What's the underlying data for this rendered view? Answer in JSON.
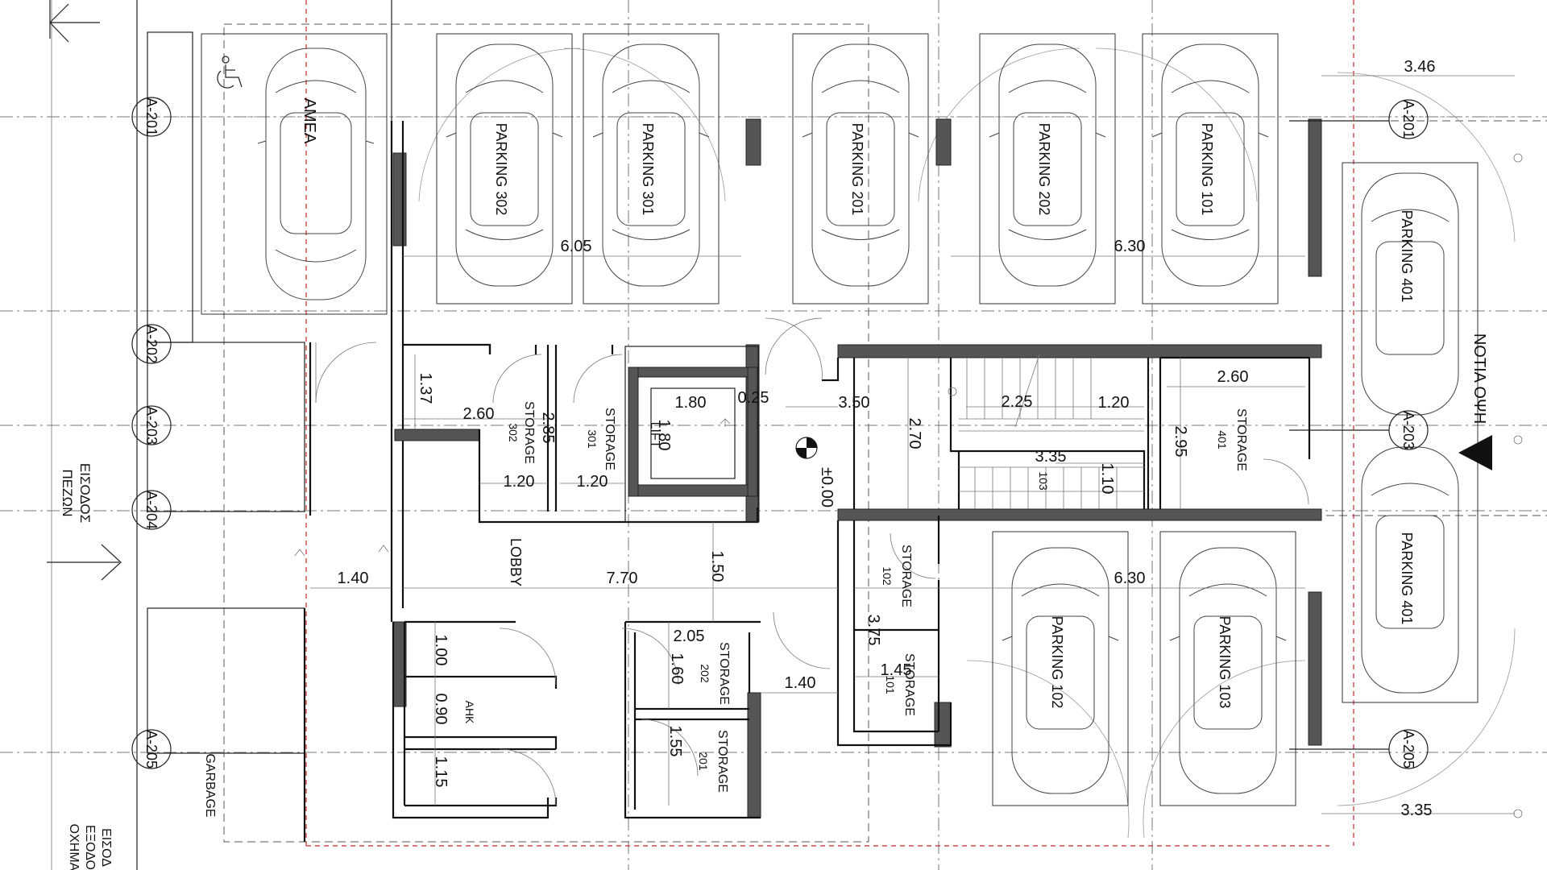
{
  "parking": {
    "accessible_label": "ΑΜΕΑ",
    "bays": [
      "PARKING 302",
      "PARKING 301",
      "PARKING 201",
      "PARKING 202",
      "PARKING 101",
      "PARKING 401",
      "PARKING 401",
      "PARKING 102",
      "PARKING 103"
    ]
  },
  "rooms": {
    "storage": "STORAGE",
    "num_302": "302",
    "num_301": "301",
    "num_401": "401",
    "num_102": "102",
    "num_101": "101",
    "num_202": "202",
    "num_201": "201",
    "num_103": "103",
    "lift": "LIFT",
    "lobby": "LOBBY",
    "ahk": "ΑΗΚ",
    "garbage": "GARBAGE",
    "level": "±0.00"
  },
  "dimensions": {
    "d605": "6.05",
    "d630a": "6.30",
    "d346": "3.46",
    "d137": "1.37",
    "d260a": "2.60",
    "d285": "2.85",
    "d180a": "1.80",
    "d180b": "1.80",
    "d025": "0.25",
    "d350": "3.50",
    "d270": "2.70",
    "d225": "2.25",
    "d120a": "1.20",
    "d260b": "2.60",
    "d295": "2.95",
    "d335a": "3.35",
    "d110": "1.10",
    "d120b": "1.20",
    "d120c": "1.20",
    "d140a": "1.40",
    "d770": "7.70",
    "d150": "1.50",
    "d630b": "6.30",
    "d375": "3.75",
    "d205": "2.05",
    "d160": "1.60",
    "d100": "1.00",
    "d090": "0.90",
    "d115": "1.15",
    "d155": "1.55",
    "d145": "1.45",
    "d140b": "1.40",
    "d335b": "3.35"
  },
  "gridlines": [
    "A-201",
    "A-202",
    "A-203",
    "A-204",
    "A-205",
    "A-201",
    "A-203",
    "A-205"
  ],
  "annotations": {
    "pedestrian_entrance_1": "ΕΙΣΟΔΟΣ",
    "pedestrian_entrance_2": "ΠΕΖΩΝ",
    "vehicle_1": "ΕΙΣΟΔ",
    "vehicle_2": "ΕΞΟΔΟ",
    "vehicle_3": "ΟΧΗΜΑ",
    "south_elevation": "ΝΟΤΙΑ ΟΨΗ"
  }
}
